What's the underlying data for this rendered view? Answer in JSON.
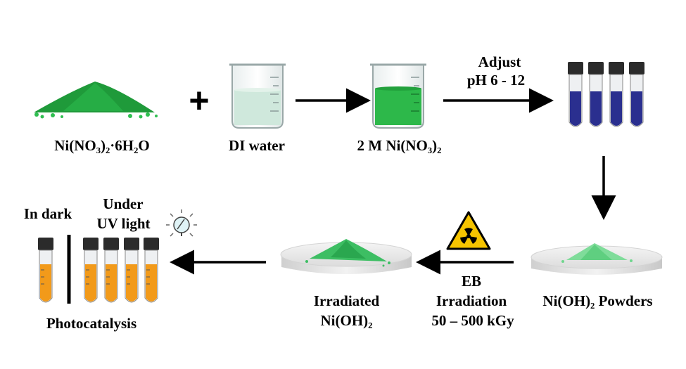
{
  "labels": {
    "precursor": "Ni(NO₃)₂·6H₂O",
    "plus": "+",
    "di_water": "DI water",
    "solution": "2 M Ni(NO₃)₂",
    "adjust_line1": "Adjust",
    "adjust_line2": "pH 6 - 12",
    "powders": "Ni(OH)₂ Powders",
    "eb_line1": "EB",
    "eb_line2": "Irradiation",
    "eb_line3": "50 – 500 kGy",
    "irradiated_line1": "Irradiated",
    "irradiated_line2": "Ni(OH)₂",
    "in_dark": "In dark",
    "under_line1": "Under",
    "under_line2": "UV light",
    "photocatalysis": "Photocatalysis"
  },
  "colors": {
    "green_powder": "#1f9a3a",
    "green_solution": "#2db84a",
    "water": "#cfe8dc",
    "blue_tube": "#2a2f8f",
    "orange_tube": "#f29a1a",
    "cap": "#2b2b2b",
    "radiation_yellow": "#f6c400",
    "light_powder": "#7fdc9a",
    "arrow": "#000000"
  },
  "icons": [
    "green-powder-pile-icon",
    "beaker-icon",
    "test-tube-icon",
    "petri-dish-icon",
    "radiation-warning-icon",
    "uv-lamp-icon"
  ]
}
